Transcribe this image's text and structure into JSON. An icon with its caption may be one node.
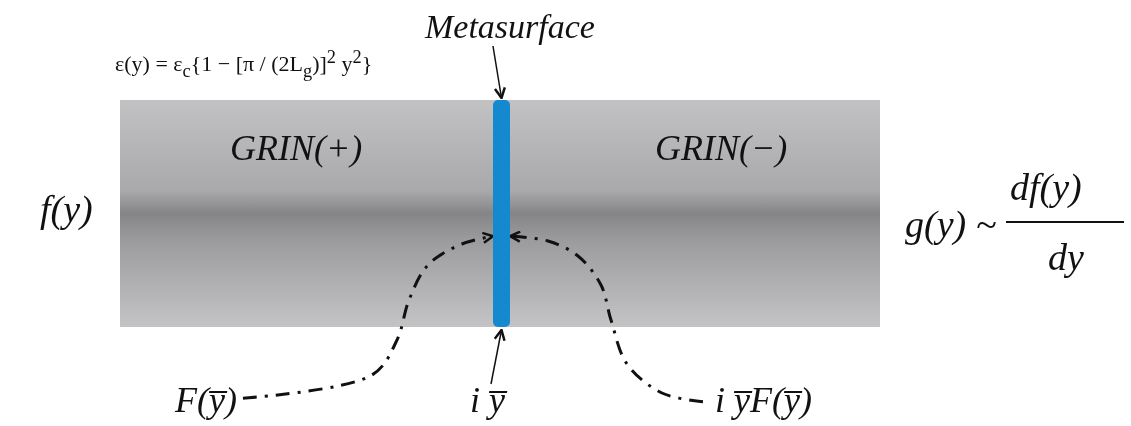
{
  "diagram": {
    "nodes": [
      {
        "text": [
          "GRIN(+)",
          "GRIN(−)"
        ]
      },
      {
        "text": [],
        "shape": "bar",
        "in": 0
      },
      {
        "text": [
          "Metasurface"
        ]
      },
      {
        "text": [
          "F(y̅)"
        ]
      },
      {
        "text": [
          "i y̅"
        ]
      },
      {
        "text": [
          "i y̅F(y̅)"
        ]
      }
    ],
    "edges": [
      {
        "from": 2,
        "to": 1,
        "arrow": "to"
      },
      {
        "from": 4,
        "to": 1,
        "arrow": "to"
      },
      {
        "from": 3,
        "to": 1,
        "arrow": "to",
        "style": "dashed"
      },
      {
        "from": 5,
        "to": 1,
        "arrow": "to",
        "style": "dashed"
      }
    ],
    "labels": [
      "ε(y) = ε$_{c}${1 − [π / (2L$_{g}$)]$^{2}$ y$^{2}$}",
      "f(y)",
      "g(y) ~",
      "df(y)",
      "dy"
    ]
  }
}
